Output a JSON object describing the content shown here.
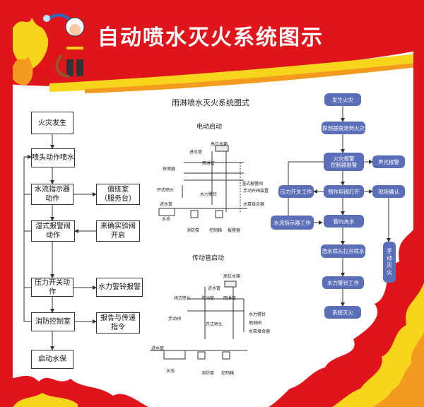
{
  "title": "自动喷水灭火系统图示",
  "center": {
    "heading": "雨淋喷水灭火系统图式",
    "electric_heading": "电动启动",
    "manual_heading": "传动管启动",
    "electric_labels": {
      "tank": "高位水箱",
      "inlet": "进水管",
      "detector": "探测器",
      "pipe": "雨淋管",
      "open_nozzle": "开式喷头",
      "alarm_valve": "湿式报警阀",
      "water_gong": "水力警铃",
      "manual_valve": "手动开阀装置",
      "inlet2": "进水管",
      "pool": "水池",
      "adapter": "水泵接合器",
      "pump": "消防泵",
      "cabinet": "控制箱",
      "alarm": "报警器"
    },
    "manual_labels": {
      "tank": "高位水箱",
      "inlet": "进水管",
      "closed_nozzle": "闭式喷头",
      "transmit": "传动管",
      "rain_pipe": "雨淋管",
      "manual_valve": "手动阀",
      "open_nozzle": "开式喷头",
      "gong": "水力警铃",
      "rain_valve": "雨淋阀",
      "adapter": "水泵接合器",
      "inlet2": "进水管",
      "pool": "水池",
      "pump": "消防泵",
      "cabinet": "控制箱"
    }
  },
  "left_flow": {
    "main": [
      "火灾发生",
      "喷头动作喷水",
      "水流指示器\n动作",
      "湿式报警阀\n动作",
      "压力开关动作",
      "消防控制室",
      "启动水保"
    ],
    "side": [
      "值班室\n（服务台）",
      "来确实验阀\n开启",
      "水力警铃报警",
      "报告与传递\n指令"
    ]
  },
  "right_flow": {
    "main": [
      "发生火灾",
      "探测器探测到火灾",
      "火灾报警\n控制器报警",
      "预作用阀打开",
      "管内充水",
      "洒水喷头打开喷水",
      "水力警铃工作",
      "系统灭火"
    ],
    "sound_light": "声光报警",
    "pressure_switch": "压力开关工作",
    "site_confirm": "现场确认",
    "flow_indicator": "水流指示器工作",
    "manual": "手动灭火"
  },
  "colors": {
    "red": "#e0141b",
    "yellow": "#f7d51d",
    "orange": "#f49a1e",
    "pill": "#5b6fb8"
  }
}
